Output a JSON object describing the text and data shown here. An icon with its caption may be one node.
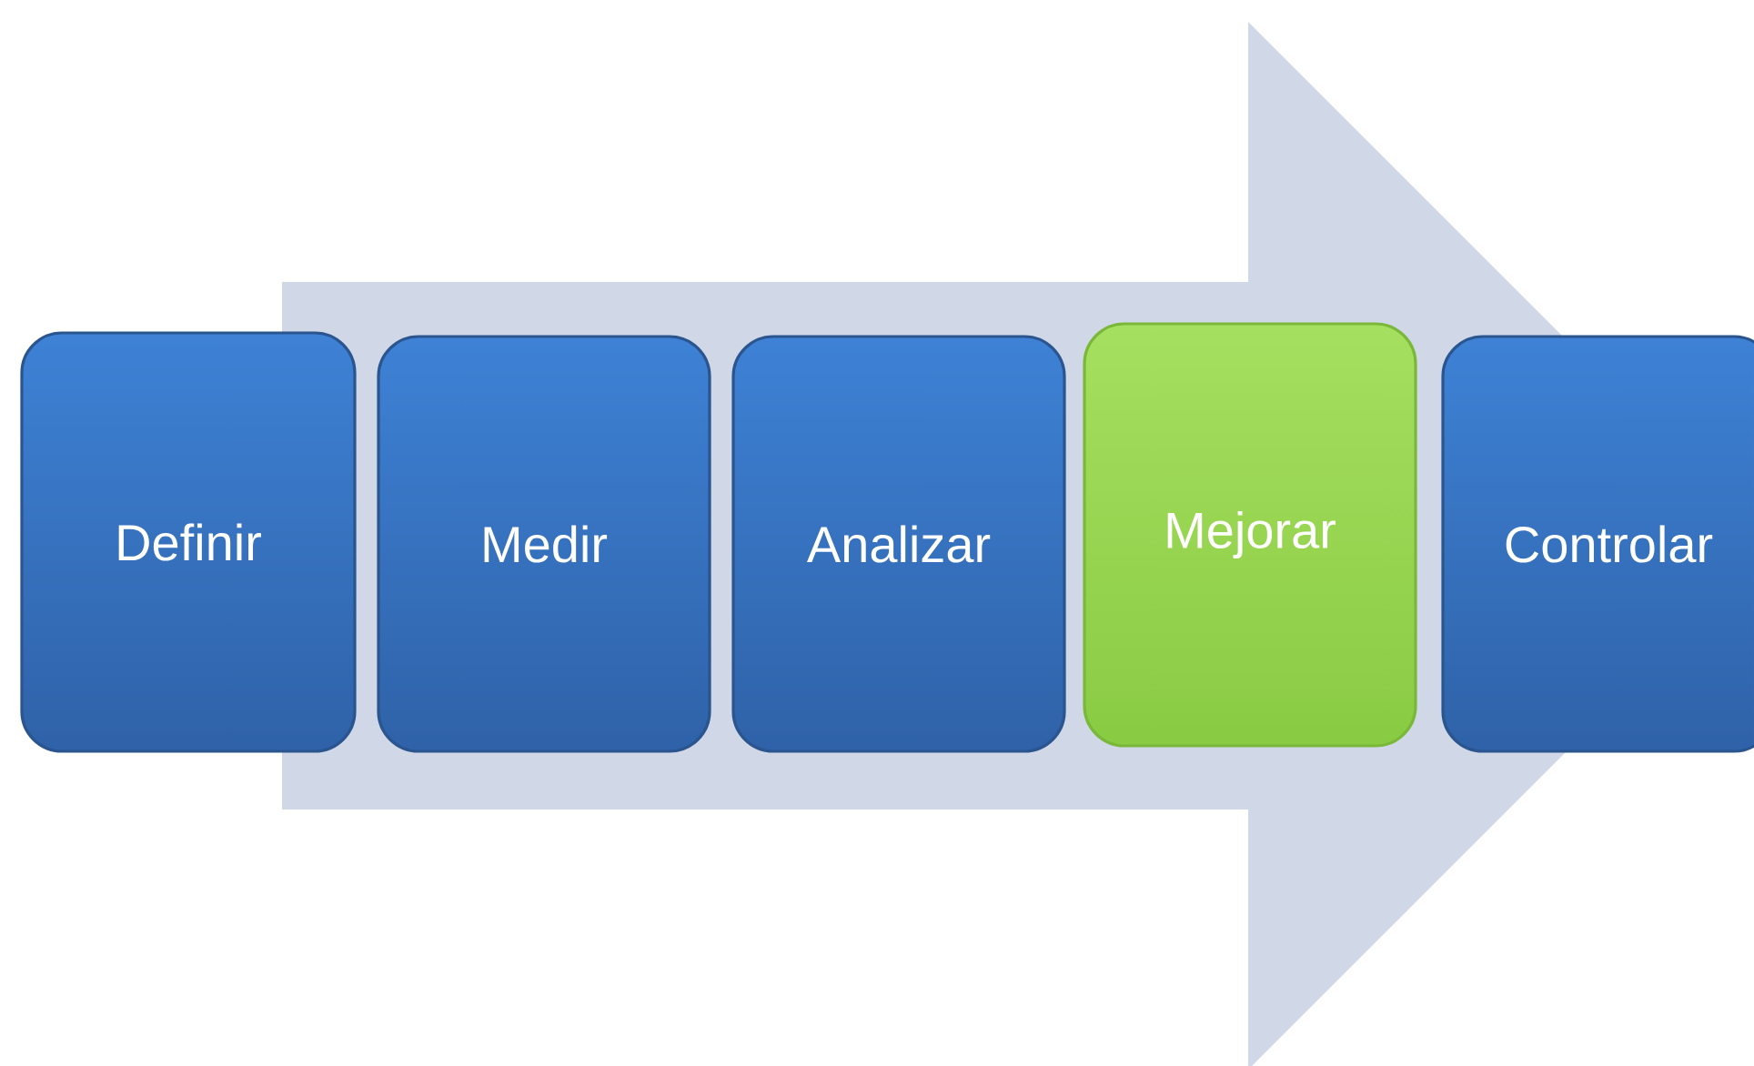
{
  "diagram": {
    "nodes": [
      {
        "text": [
          "Definir"
        ]
      },
      {
        "text": [
          "Medir"
        ]
      },
      {
        "text": [
          "Analizar"
        ]
      },
      {
        "text": [
          "Mejorar"
        ]
      },
      {
        "text": [
          "Controlar"
        ]
      }
    ],
    "edges": [
      {
        "from": 0,
        "to": 4,
        "arrow": "to"
      }
    ]
  }
}
